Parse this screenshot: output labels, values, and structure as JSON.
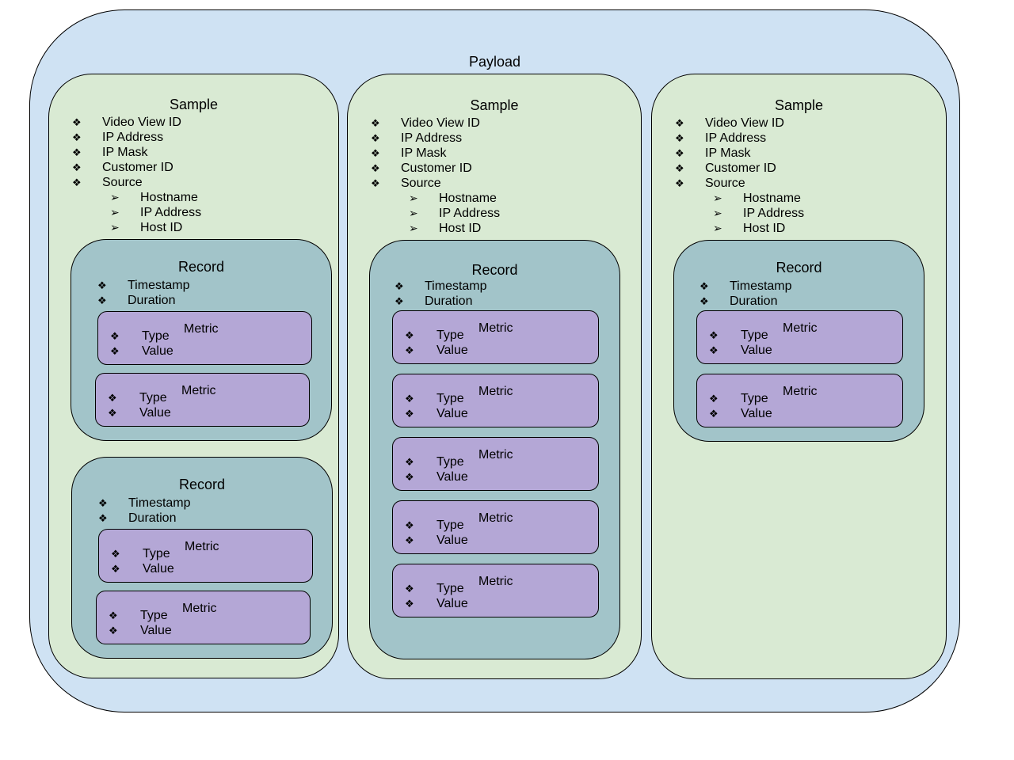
{
  "payload": {
    "title": "Payload"
  },
  "bullets": {
    "diamond": "❖",
    "arrow": "➢"
  },
  "samples": [
    {
      "title": "Sample",
      "fields": [
        "Video View ID",
        "IP Address",
        "IP Mask",
        "Customer ID",
        "Source"
      ],
      "source_fields": [
        "Hostname",
        "IP Address",
        "Host ID"
      ],
      "records": [
        {
          "title": "Record",
          "fields": [
            "Timestamp",
            "Duration"
          ],
          "metrics": [
            {
              "title": "Metric",
              "fields": [
                "Type",
                "Value"
              ]
            },
            {
              "title": "Metric",
              "fields": [
                "Type",
                "Value"
              ]
            }
          ]
        },
        {
          "title": "Record",
          "fields": [
            "Timestamp",
            "Duration"
          ],
          "metrics": [
            {
              "title": "Metric",
              "fields": [
                "Type",
                "Value"
              ]
            },
            {
              "title": "Metric",
              "fields": [
                "Type",
                "Value"
              ]
            }
          ]
        }
      ]
    },
    {
      "title": "Sample",
      "fields": [
        "Video View ID",
        "IP Address",
        "IP Mask",
        "Customer ID",
        "Source"
      ],
      "source_fields": [
        "Hostname",
        "IP Address",
        "Host ID"
      ],
      "records": [
        {
          "title": "Record",
          "fields": [
            "Timestamp",
            "Duration"
          ],
          "metrics": [
            {
              "title": "Metric",
              "fields": [
                "Type",
                "Value"
              ]
            },
            {
              "title": "Metric",
              "fields": [
                "Type",
                "Value"
              ]
            },
            {
              "title": "Metric",
              "fields": [
                "Type",
                "Value"
              ]
            },
            {
              "title": "Metric",
              "fields": [
                "Type",
                "Value"
              ]
            },
            {
              "title": "Metric",
              "fields": [
                "Type",
                "Value"
              ]
            }
          ]
        }
      ]
    },
    {
      "title": "Sample",
      "fields": [
        "Video View ID",
        "IP Address",
        "IP Mask",
        "Customer ID",
        "Source"
      ],
      "source_fields": [
        "Hostname",
        "IP Address",
        "Host ID"
      ],
      "records": [
        {
          "title": "Record",
          "fields": [
            "Timestamp",
            "Duration"
          ],
          "metrics": [
            {
              "title": "Metric",
              "fields": [
                "Type",
                "Value"
              ]
            },
            {
              "title": "Metric",
              "fields": [
                "Type",
                "Value"
              ]
            }
          ]
        }
      ]
    }
  ]
}
